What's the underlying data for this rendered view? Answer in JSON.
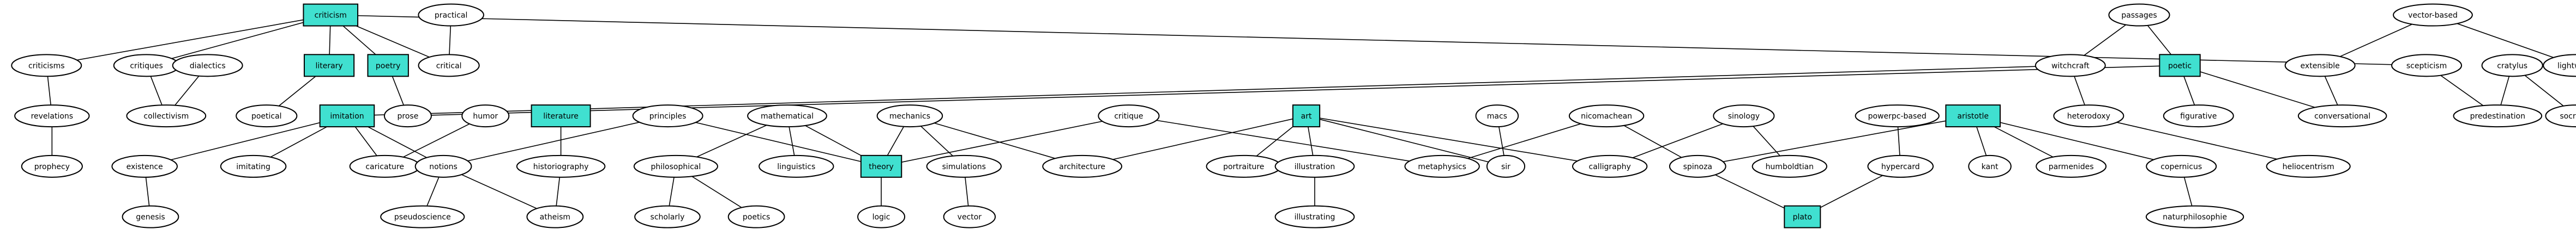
{
  "graph": {
    "nodes": [
      {
        "id": "criticism",
        "label": "criticism",
        "highlight": true
      },
      {
        "id": "practical",
        "label": "practical",
        "highlight": false
      },
      {
        "id": "criticisms",
        "label": "criticisms",
        "highlight": false
      },
      {
        "id": "critiques",
        "label": "critiques",
        "highlight": false
      },
      {
        "id": "dialectics",
        "label": "dialectics",
        "highlight": false
      },
      {
        "id": "literary",
        "label": "literary",
        "highlight": true
      },
      {
        "id": "poetry",
        "label": "poetry",
        "highlight": true
      },
      {
        "id": "critical",
        "label": "critical",
        "highlight": false
      },
      {
        "id": "revelations",
        "label": "revelations",
        "highlight": false
      },
      {
        "id": "collectivism",
        "label": "collectivism",
        "highlight": false
      },
      {
        "id": "poetical",
        "label": "poetical",
        "highlight": false
      },
      {
        "id": "prose",
        "label": "prose",
        "highlight": false
      },
      {
        "id": "prophecy",
        "label": "prophecy",
        "highlight": false
      },
      {
        "id": "imitation",
        "label": "imitation",
        "highlight": true
      },
      {
        "id": "humor",
        "label": "humor",
        "highlight": false
      },
      {
        "id": "literature",
        "label": "literature",
        "highlight": true
      },
      {
        "id": "principles",
        "label": "principles",
        "highlight": false
      },
      {
        "id": "mathematical",
        "label": "mathematical",
        "highlight": false
      },
      {
        "id": "mechanics",
        "label": "mechanics",
        "highlight": false
      },
      {
        "id": "critique",
        "label": "critique",
        "highlight": false
      },
      {
        "id": "art",
        "label": "art",
        "highlight": true
      },
      {
        "id": "macs",
        "label": "macs",
        "highlight": false
      },
      {
        "id": "nicomachean",
        "label": "nicomachean",
        "highlight": false
      },
      {
        "id": "sinology",
        "label": "sinology",
        "highlight": false
      },
      {
        "id": "powerpc-based",
        "label": "powerpc-based",
        "highlight": false
      },
      {
        "id": "aristotle",
        "label": "aristotle",
        "highlight": true
      },
      {
        "id": "existence",
        "label": "existence",
        "highlight": false
      },
      {
        "id": "imitating",
        "label": "imitating",
        "highlight": false
      },
      {
        "id": "caricature",
        "label": "caricature",
        "highlight": false
      },
      {
        "id": "notions",
        "label": "notions",
        "highlight": false
      },
      {
        "id": "historiography",
        "label": "historiography",
        "highlight": false
      },
      {
        "id": "philosophical",
        "label": "philosophical",
        "highlight": false
      },
      {
        "id": "linguistics",
        "label": "linguistics",
        "highlight": false
      },
      {
        "id": "theory",
        "label": "theory",
        "highlight": true
      },
      {
        "id": "simulations",
        "label": "simulations",
        "highlight": false
      },
      {
        "id": "architecture",
        "label": "architecture",
        "highlight": false
      },
      {
        "id": "portraiture",
        "label": "portraiture",
        "highlight": false
      },
      {
        "id": "illustration",
        "label": "illustration",
        "highlight": false
      },
      {
        "id": "metaphysics",
        "label": "metaphysics",
        "highlight": false
      },
      {
        "id": "sir",
        "label": "sir",
        "highlight": false
      },
      {
        "id": "calligraphy",
        "label": "calligraphy",
        "highlight": false
      },
      {
        "id": "spinoza",
        "label": "spinoza",
        "highlight": false
      },
      {
        "id": "humboldtian",
        "label": "humboldtian",
        "highlight": false
      },
      {
        "id": "hypercard",
        "label": "hypercard",
        "highlight": false
      },
      {
        "id": "kant",
        "label": "kant",
        "highlight": false
      },
      {
        "id": "parmenides",
        "label": "parmenides",
        "highlight": false
      },
      {
        "id": "copernicus",
        "label": "copernicus",
        "highlight": false
      },
      {
        "id": "heliocentrism",
        "label": "heliocentrism",
        "highlight": false
      },
      {
        "id": "genesis",
        "label": "genesis",
        "highlight": false
      },
      {
        "id": "pseudoscience",
        "label": "pseudoscience",
        "highlight": false
      },
      {
        "id": "atheism",
        "label": "atheism",
        "highlight": false
      },
      {
        "id": "scholarly",
        "label": "scholarly",
        "highlight": false
      },
      {
        "id": "poetics",
        "label": "poetics",
        "highlight": false
      },
      {
        "id": "logic",
        "label": "logic",
        "highlight": false
      },
      {
        "id": "vector",
        "label": "vector",
        "highlight": false
      },
      {
        "id": "illustrating",
        "label": "illustrating",
        "highlight": false
      },
      {
        "id": "plato",
        "label": "plato",
        "highlight": true
      },
      {
        "id": "naturphilosophie",
        "label": "naturphilosophie",
        "highlight": false
      },
      {
        "id": "passages",
        "label": "passages",
        "highlight": false
      },
      {
        "id": "vector-based",
        "label": "vector-based",
        "highlight": false
      },
      {
        "id": "witchcraft",
        "label": "witchcraft",
        "highlight": false
      },
      {
        "id": "poetic",
        "label": "poetic",
        "highlight": true
      },
      {
        "id": "extensible",
        "label": "extensible",
        "highlight": false
      },
      {
        "id": "scepticism",
        "label": "scepticism",
        "highlight": false
      },
      {
        "id": "lightwave",
        "label": "lightwave",
        "highlight": false
      },
      {
        "id": "cratylus",
        "label": "cratylus",
        "highlight": false
      },
      {
        "id": "heterodoxy",
        "label": "heterodoxy",
        "highlight": false
      },
      {
        "id": "figurative",
        "label": "figurative",
        "highlight": false
      },
      {
        "id": "conversational",
        "label": "conversational",
        "highlight": false
      },
      {
        "id": "predestination",
        "label": "predestination",
        "highlight": false
      },
      {
        "id": "socrates",
        "label": "socrates",
        "highlight": false
      }
    ],
    "edges": [
      [
        "criticism",
        "criticisms"
      ],
      [
        "criticism",
        "critiques"
      ],
      [
        "criticism",
        "literary"
      ],
      [
        "criticism",
        "poetry"
      ],
      [
        "criticism",
        "critical"
      ],
      [
        "criticism",
        "scepticism"
      ],
      [
        "practical",
        "critical"
      ],
      [
        "criticisms",
        "revelations"
      ],
      [
        "revelations",
        "prophecy"
      ],
      [
        "critiques",
        "collectivism"
      ],
      [
        "dialectics",
        "collectivism"
      ],
      [
        "literary",
        "poetical"
      ],
      [
        "poetry",
        "prose"
      ],
      [
        "imitation",
        "witchcraft"
      ],
      [
        "imitation",
        "existence"
      ],
      [
        "imitation",
        "imitating"
      ],
      [
        "imitation",
        "caricature"
      ],
      [
        "imitation",
        "notions"
      ],
      [
        "humor",
        "caricature"
      ],
      [
        "existence",
        "genesis"
      ],
      [
        "literature",
        "historiography"
      ],
      [
        "historiography",
        "atheism"
      ],
      [
        "principles",
        "notions"
      ],
      [
        "principles",
        "theory"
      ],
      [
        "notions",
        "pseudoscience"
      ],
      [
        "notions",
        "atheism"
      ],
      [
        "mathematical",
        "philosophical"
      ],
      [
        "mathematical",
        "linguistics"
      ],
      [
        "mathematical",
        "theory"
      ],
      [
        "philosophical",
        "scholarly"
      ],
      [
        "philosophical",
        "poetics"
      ],
      [
        "mechanics",
        "theory"
      ],
      [
        "mechanics",
        "simulations"
      ],
      [
        "mechanics",
        "architecture"
      ],
      [
        "critique",
        "theory"
      ],
      [
        "critique",
        "metaphysics"
      ],
      [
        "theory",
        "logic"
      ],
      [
        "simulations",
        "vector"
      ],
      [
        "art",
        "architecture"
      ],
      [
        "art",
        "portraiture"
      ],
      [
        "art",
        "illustration"
      ],
      [
        "art",
        "sir"
      ],
      [
        "art",
        "calligraphy"
      ],
      [
        "illustration",
        "illustrating"
      ],
      [
        "macs",
        "sir"
      ],
      [
        "nicomachean",
        "metaphysics"
      ],
      [
        "nicomachean",
        "spinoza"
      ],
      [
        "sinology",
        "humboldtian"
      ],
      [
        "sinology",
        "calligraphy"
      ],
      [
        "powerpc-based",
        "hypercard"
      ],
      [
        "hypercard",
        "plato"
      ],
      [
        "spinoza",
        "plato"
      ],
      [
        "aristotle",
        "spinoza"
      ],
      [
        "aristotle",
        "kant"
      ],
      [
        "aristotle",
        "parmenides"
      ],
      [
        "aristotle",
        "copernicus"
      ],
      [
        "copernicus",
        "naturphilosophie"
      ],
      [
        "passages",
        "witchcraft"
      ],
      [
        "passages",
        "poetic"
      ],
      [
        "vector-based",
        "extensible"
      ],
      [
        "vector-based",
        "lightwave"
      ],
      [
        "witchcraft",
        "heterodoxy"
      ],
      [
        "poetic",
        "prose"
      ],
      [
        "poetic",
        "figurative"
      ],
      [
        "poetic",
        "conversational"
      ],
      [
        "extensible",
        "conversational"
      ],
      [
        "scepticism",
        "predestination"
      ],
      [
        "cratylus",
        "predestination"
      ],
      [
        "cratylus",
        "socrates"
      ],
      [
        "heterodoxy",
        "heliocentrism"
      ]
    ]
  }
}
